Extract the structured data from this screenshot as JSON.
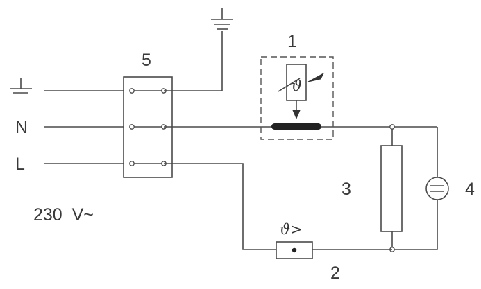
{
  "labels": {
    "sensor": "1",
    "thermal_cutout": "2",
    "heating_element": "3",
    "lamp": "4",
    "terminal_block": "5",
    "neutral": "N",
    "live": "L",
    "supply": "230  V~"
  },
  "symbols": {
    "theta": "ϑ",
    "theta_greater": "ϑ>"
  },
  "icons": [
    "earth-ground-icon",
    "earth-ground-icon",
    "thermometer-icon",
    "lamp-icon"
  ],
  "colors": {
    "line": "#4a4a4a",
    "background": "#ffffff"
  }
}
